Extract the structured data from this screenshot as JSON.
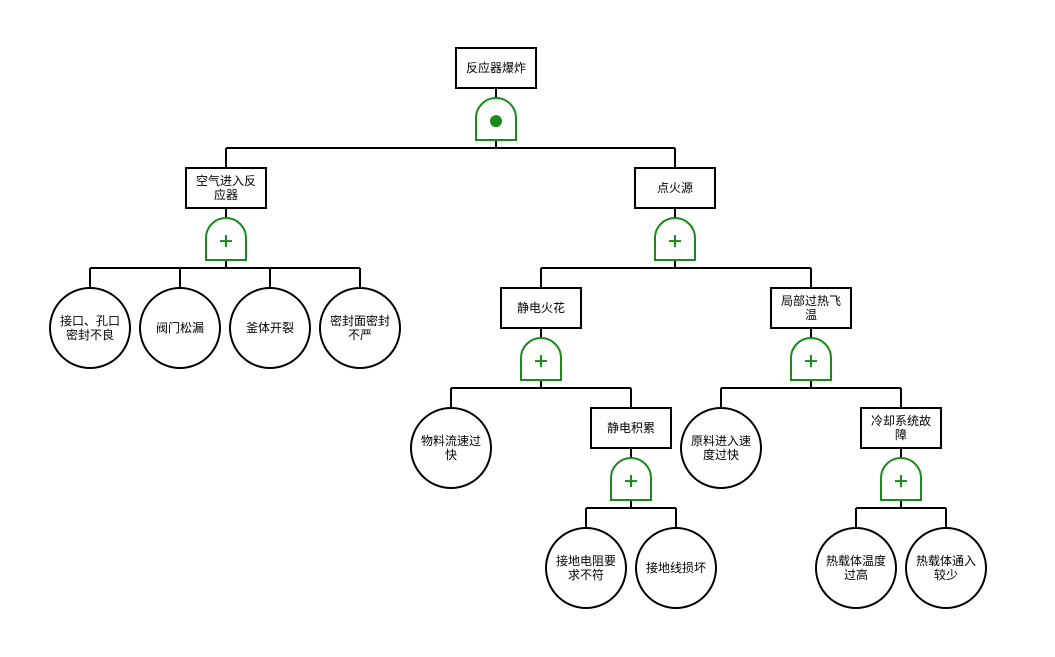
{
  "diagram": {
    "top_event": {
      "label": [
        "反应器爆炸"
      ],
      "gate": "and"
    },
    "intermediate_events": [
      {
        "id": "air",
        "label": [
          "空气进入反",
          "应器"
        ],
        "gate": "or"
      },
      {
        "id": "ignition",
        "label": [
          "点火源"
        ],
        "gate": "or"
      },
      {
        "id": "static",
        "label": [
          "静电火花"
        ],
        "gate": "or"
      },
      {
        "id": "overheat",
        "label": [
          "局部过热飞",
          "温"
        ],
        "gate": "or"
      },
      {
        "id": "static_accum",
        "label": [
          "静电积累"
        ],
        "gate": "or"
      },
      {
        "id": "cooling_fail",
        "label": [
          "冷却系统故",
          "障"
        ],
        "gate": "or"
      }
    ],
    "basic_events": [
      {
        "id": "b1",
        "label": [
          "接口、孔口",
          "密封不良"
        ]
      },
      {
        "id": "b2",
        "label": [
          "阀门松漏"
        ]
      },
      {
        "id": "b3",
        "label": [
          "釜体开裂"
        ]
      },
      {
        "id": "b4",
        "label": [
          "密封面密封",
          "不严"
        ]
      },
      {
        "id": "b5",
        "label": [
          "物料流速过",
          "快"
        ]
      },
      {
        "id": "b6",
        "label": [
          "原料进入速",
          "度过快"
        ]
      },
      {
        "id": "b7",
        "label": [
          "接地电阻要",
          "求不符"
        ]
      },
      {
        "id": "b8",
        "label": [
          "接地线损坏"
        ]
      },
      {
        "id": "b9",
        "label": [
          "热载体温度",
          "过高"
        ]
      },
      {
        "id": "b10",
        "label": [
          "热载体通入",
          "较少"
        ]
      }
    ],
    "colors": {
      "gate": "#1a8a1a",
      "line": "#000000",
      "fill": "#ffffff"
    }
  }
}
